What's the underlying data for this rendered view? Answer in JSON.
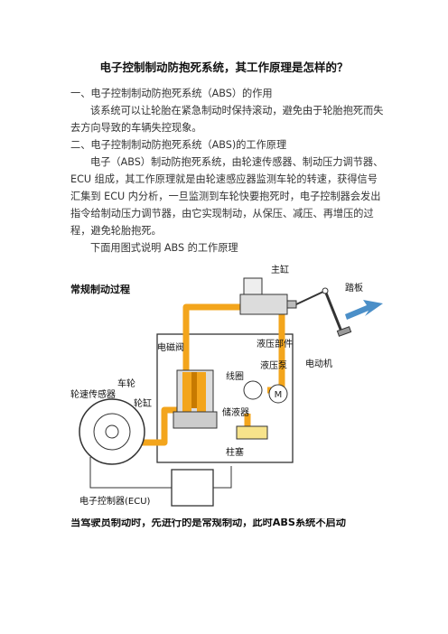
{
  "title": "电子控制制动防抱死系统，其工作原理是怎样的？",
  "section1": {
    "heading": "一、电子控制制动防抱死系统（ABS）的作用",
    "body": "该系统可以让轮胎在紧急制动时保持滚动，避免由于轮胎抱死而失去方向导致的车辆失控现象。"
  },
  "section2": {
    "heading": "二、电子控制制动防抱死系统（ABS)的工作原理",
    "body": "电子（ABS）制动防抱死系统，由轮速传感器、制动压力调节器、ECU 组成，其工作原理就是由轮速感应器监测车轮的转速，获得信号汇集到 ECU 内分析，一旦监测到车轮快要抱死时，电子控制器会发出指令给制动压力调节器，由它实现制动，从保压、减压、再增压的过程，避免轮胎抱死。",
    "intro": "下面用图式说明 ABS 的工作原理"
  },
  "figure": {
    "title": "常规制动过程",
    "labels": {
      "master_cylinder": "主缸",
      "pedal": "踏板",
      "hydraulic_unit": "液压部件",
      "solenoid_valve": "电磁阀",
      "pump": "液压泵",
      "motor": "电动机",
      "motor_symbol": "M",
      "coil": "线圈",
      "wheel": "车轮",
      "wheel_speed_sensor": "轮速传感器",
      "wheel_cylinder": "轮缸",
      "reservoir": "储液器",
      "plunger": "柱塞",
      "ecu": "电子控制器(ECU)"
    },
    "colors": {
      "fluid": "#f3a51c",
      "box": "#333333",
      "arrow": "#4b8fc8"
    }
  },
  "caption": "当驾驶员制动时，先进行的是常规制动，此时ABS系统不启动"
}
